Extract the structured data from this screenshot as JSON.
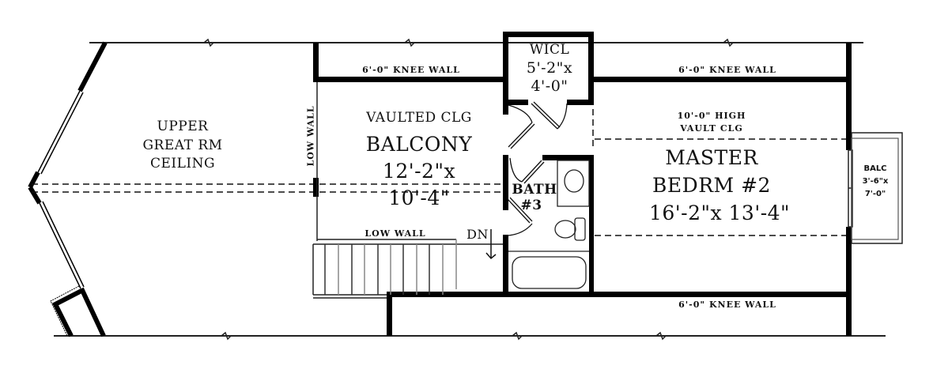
{
  "plan": {
    "rooms": {
      "great_room": {
        "lines": [
          "UPPER",
          "GREAT RM",
          "CEILING"
        ]
      },
      "balcony": {
        "ceiling": "VAULTED CLG",
        "name": "BALCONY",
        "dim1": "12'-2\"x",
        "dim2": "10'-4\""
      },
      "wicl": {
        "name": "WICL",
        "dim1": "5'-2\"x",
        "dim2": "4'-0\""
      },
      "bath": {
        "name": "BATH",
        "number": "#3"
      },
      "master": {
        "ceiling1": "10'-0\" HIGH",
        "ceiling2": "VAULT CLG",
        "name1": "MASTER",
        "name2": "BEDRM #2",
        "dims": "16'-2\"x 13'-4\""
      },
      "balc": {
        "name": "BALC",
        "dim1": "3'-6\"x",
        "dim2": "7'-0\""
      }
    },
    "notes": {
      "knee_wall_left": "6'-0\" KNEE WALL",
      "knee_wall_right": "6'-0\" KNEE WALL",
      "knee_wall_bottom": "6'-0\" KNEE WALL",
      "low_wall_vertical": "LOW WALL",
      "low_wall_horizontal": "LOW WALL",
      "stair_direction": "DN"
    },
    "colors": {
      "wall": "#000000",
      "background": "#ffffff",
      "line": "#222222"
    }
  }
}
